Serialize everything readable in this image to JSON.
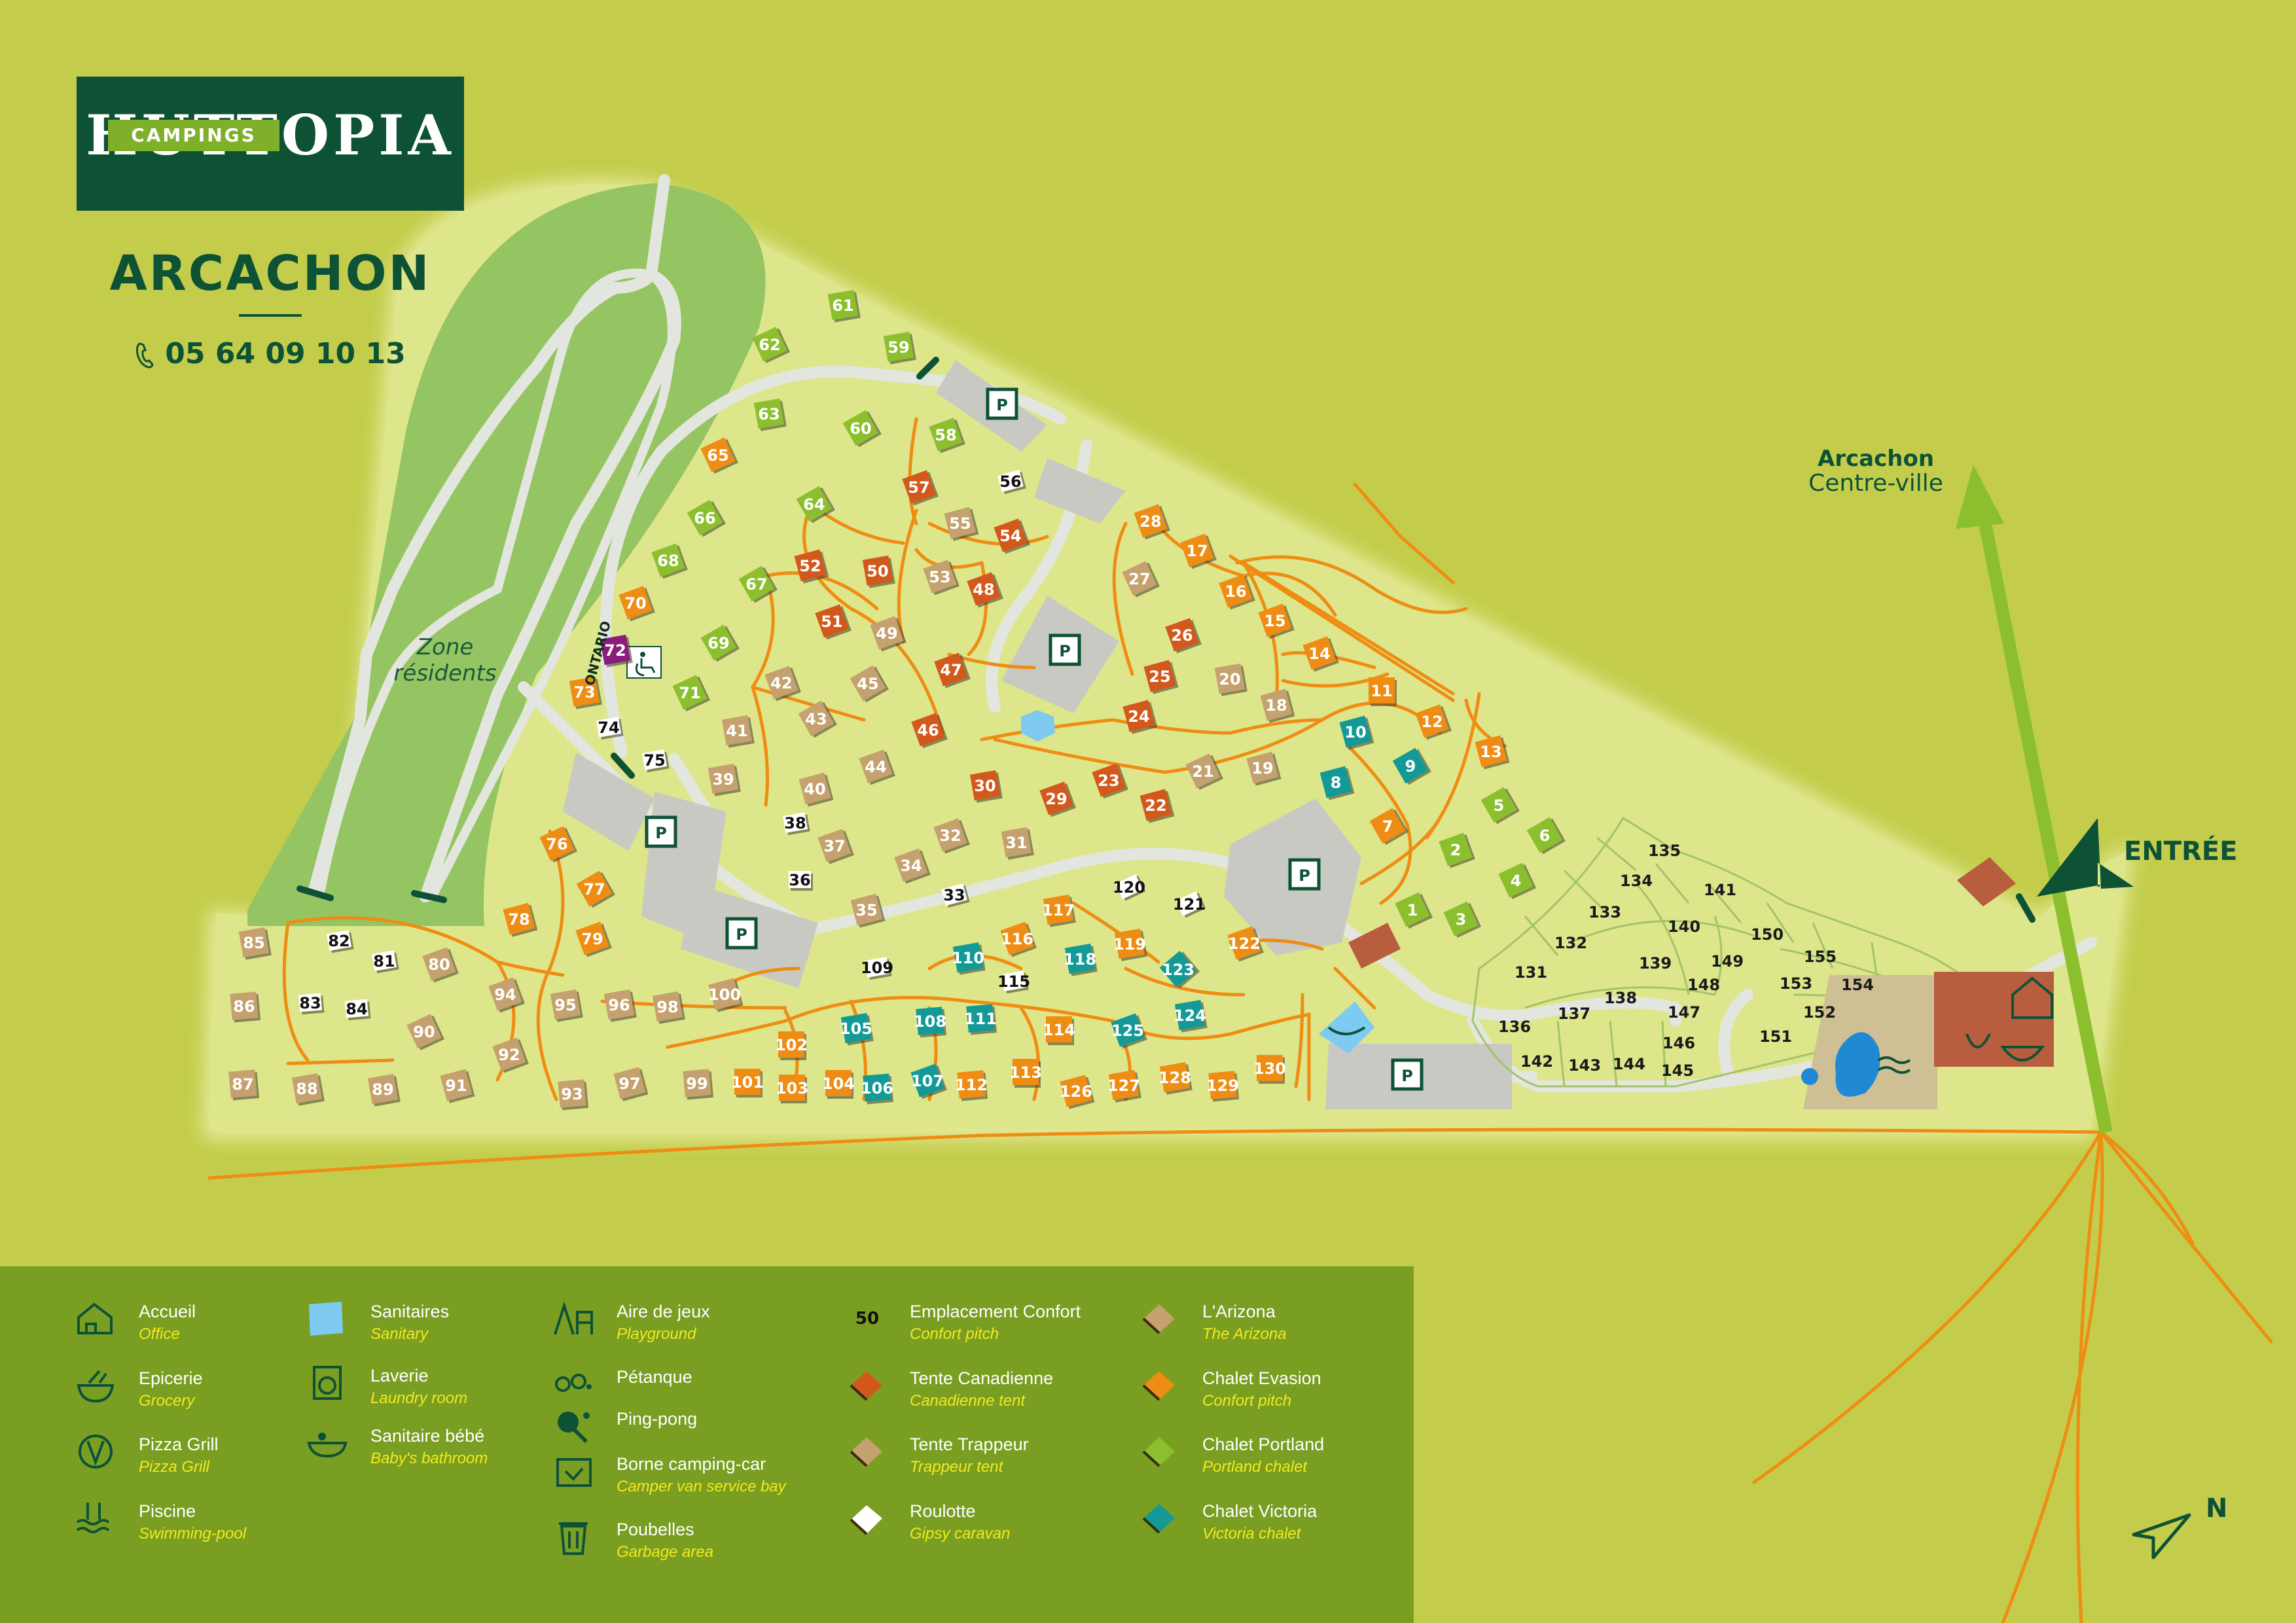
{
  "logo": {
    "word": "HUTTOPIA",
    "sub": "CAMPINGS"
  },
  "site": {
    "name": "ARCACHON",
    "phone": "05 64 09 10 13"
  },
  "labels": {
    "zone_line1": "Zone",
    "zone_line2": "résidents",
    "ontario": "ONTARIO",
    "arcachon_bold": "Arcachon",
    "arcachon_sub": "Centre-ville",
    "entree": "ENTRÉE",
    "north": "N",
    "parking": "P"
  },
  "colors": {
    "background": "#c3cd4b",
    "camp_area": "#dde68a",
    "resident_zone": "#95c463",
    "road": "#e3e6de",
    "path": "#ef8c13",
    "parking": "#c8c9c3",
    "logo_green": "#0e5236",
    "legend_bg": "#7a9e22",
    "canadienne": "#d2591b",
    "trappeur": "#c4a16e",
    "evasion": "#ef8c13",
    "portland": "#8cbf2e",
    "victoria": "#139a96",
    "roulotte": "#ffffff",
    "arizona": "#c4a16e",
    "ontario": "#8a1c7c",
    "sanitary": "#7fcaf0",
    "entrance_arrow": "#8cbf2e"
  },
  "legend": [
    {
      "icon": "office-icon",
      "title": "Accueil",
      "sub": "Office"
    },
    {
      "icon": "grocery-icon",
      "title": "Epicerie",
      "sub": "Grocery"
    },
    {
      "icon": "pizza-icon",
      "title": "Pizza Grill",
      "sub": "Pizza Grill"
    },
    {
      "icon": "pool-icon",
      "title": "Piscine",
      "sub": "Swimming-pool"
    },
    {
      "icon": "sanitary-icon",
      "title": "Sanitaires",
      "sub": "Sanitary"
    },
    {
      "icon": "laundry-icon",
      "title": "Laverie",
      "sub": "Laundry room"
    },
    {
      "icon": "baby-bath-icon",
      "title": "Sanitaire bébé",
      "sub": "Baby's bathroom"
    },
    {
      "icon": "playground-icon",
      "title": "Aire de jeux",
      "sub": "Playground"
    },
    {
      "icon": "petanque-icon",
      "title": "Pétanque",
      "sub": ""
    },
    {
      "icon": "pingpong-icon",
      "title": "Ping-pong",
      "sub": ""
    },
    {
      "icon": "camper-service-icon",
      "title": "Borne camping-car",
      "sub": "Camper van service bay"
    },
    {
      "icon": "garbage-icon",
      "title": "Poubelles",
      "sub": "Garbage area"
    },
    {
      "icon": "pitch-number-icon",
      "symbol": "50",
      "title": "Emplacement Confort",
      "sub": "Confort pitch"
    },
    {
      "icon": "canadienne-tent-icon",
      "title": "Tente Canadienne",
      "sub": "Canadienne tent"
    },
    {
      "icon": "trappeur-tent-icon",
      "title": "Tente Trappeur",
      "sub": "Trappeur tent"
    },
    {
      "icon": "roulotte-icon",
      "title": "Roulotte",
      "sub": "Gipsy caravan"
    },
    {
      "icon": "arizona-icon",
      "title": "L'Arizona",
      "sub": "The Arizona"
    },
    {
      "icon": "evasion-chalet-icon",
      "title": "Chalet Evasion",
      "sub": "Confort pitch"
    },
    {
      "icon": "portland-chalet-icon",
      "title": "Chalet Portland",
      "sub": "Portland chalet"
    },
    {
      "icon": "victoria-chalet-icon",
      "title": "Chalet Victoria",
      "sub": "Victoria chalet"
    }
  ],
  "lots": [
    {
      "n": "1",
      "t": "portland"
    },
    {
      "n": "2",
      "t": "portland"
    },
    {
      "n": "3",
      "t": "portland"
    },
    {
      "n": "4",
      "t": "portland"
    },
    {
      "n": "5",
      "t": "portland"
    },
    {
      "n": "6",
      "t": "portland"
    },
    {
      "n": "7",
      "t": "evasion"
    },
    {
      "n": "8",
      "t": "victoria"
    },
    {
      "n": "9",
      "t": "victoria"
    },
    {
      "n": "10",
      "t": "victoria"
    },
    {
      "n": "11",
      "t": "evasion"
    },
    {
      "n": "12",
      "t": "evasion"
    },
    {
      "n": "13",
      "t": "evasion"
    },
    {
      "n": "14",
      "t": "evasion"
    },
    {
      "n": "15",
      "t": "evasion"
    },
    {
      "n": "16",
      "t": "evasion"
    },
    {
      "n": "17",
      "t": "evasion"
    },
    {
      "n": "18",
      "t": "trappeur"
    },
    {
      "n": "19",
      "t": "trappeur"
    },
    {
      "n": "20",
      "t": "trappeur"
    },
    {
      "n": "21",
      "t": "trappeur"
    },
    {
      "n": "22",
      "t": "canadienne"
    },
    {
      "n": "23",
      "t": "canadienne"
    },
    {
      "n": "24",
      "t": "canadienne"
    },
    {
      "n": "25",
      "t": "canadienne"
    },
    {
      "n": "26",
      "t": "canadienne"
    },
    {
      "n": "27",
      "t": "trappeur"
    },
    {
      "n": "28",
      "t": "evasion"
    },
    {
      "n": "29",
      "t": "canadienne"
    },
    {
      "n": "30",
      "t": "canadienne"
    },
    {
      "n": "31",
      "t": "trappeur"
    },
    {
      "n": "32",
      "t": "trappeur"
    },
    {
      "n": "33",
      "t": "roulotte"
    },
    {
      "n": "34",
      "t": "trappeur"
    },
    {
      "n": "35",
      "t": "trappeur"
    },
    {
      "n": "36",
      "t": "roulotte"
    },
    {
      "n": "37",
      "t": "trappeur"
    },
    {
      "n": "38",
      "t": "roulotte"
    },
    {
      "n": "39",
      "t": "trappeur"
    },
    {
      "n": "40",
      "t": "trappeur"
    },
    {
      "n": "41",
      "t": "trappeur"
    },
    {
      "n": "42",
      "t": "trappeur"
    },
    {
      "n": "43",
      "t": "trappeur"
    },
    {
      "n": "44",
      "t": "trappeur"
    },
    {
      "n": "45",
      "t": "trappeur"
    },
    {
      "n": "46",
      "t": "canadienne"
    },
    {
      "n": "47",
      "t": "canadienne"
    },
    {
      "n": "48",
      "t": "canadienne"
    },
    {
      "n": "49",
      "t": "trappeur"
    },
    {
      "n": "50",
      "t": "canadienne"
    },
    {
      "n": "51",
      "t": "canadienne"
    },
    {
      "n": "52",
      "t": "canadienne"
    },
    {
      "n": "53",
      "t": "trappeur"
    },
    {
      "n": "54",
      "t": "canadienne"
    },
    {
      "n": "55",
      "t": "trappeur"
    },
    {
      "n": "56",
      "t": "roulotte"
    },
    {
      "n": "57",
      "t": "canadienne"
    },
    {
      "n": "58",
      "t": "portland"
    },
    {
      "n": "59",
      "t": "portland"
    },
    {
      "n": "60",
      "t": "portland"
    },
    {
      "n": "61",
      "t": "portland"
    },
    {
      "n": "62",
      "t": "portland"
    },
    {
      "n": "63",
      "t": "portland"
    },
    {
      "n": "64",
      "t": "portland"
    },
    {
      "n": "65",
      "t": "evasion"
    },
    {
      "n": "66",
      "t": "portland"
    },
    {
      "n": "67",
      "t": "portland"
    },
    {
      "n": "68",
      "t": "portland"
    },
    {
      "n": "69",
      "t": "portland"
    },
    {
      "n": "70",
      "t": "evasion"
    },
    {
      "n": "71",
      "t": "portland"
    },
    {
      "n": "72",
      "t": "ontario"
    },
    {
      "n": "73",
      "t": "evasion"
    },
    {
      "n": "74",
      "t": "roulotte"
    },
    {
      "n": "75",
      "t": "roulotte"
    },
    {
      "n": "76",
      "t": "evasion"
    },
    {
      "n": "77",
      "t": "evasion"
    },
    {
      "n": "78",
      "t": "evasion"
    },
    {
      "n": "79",
      "t": "evasion"
    },
    {
      "n": "80",
      "t": "trappeur"
    },
    {
      "n": "81",
      "t": "roulotte"
    },
    {
      "n": "82",
      "t": "roulotte"
    },
    {
      "n": "83",
      "t": "roulotte"
    },
    {
      "n": "84",
      "t": "roulotte"
    },
    {
      "n": "85",
      "t": "trappeur"
    },
    {
      "n": "86",
      "t": "trappeur"
    },
    {
      "n": "87",
      "t": "trappeur"
    },
    {
      "n": "88",
      "t": "trappeur"
    },
    {
      "n": "89",
      "t": "trappeur"
    },
    {
      "n": "90",
      "t": "trappeur"
    },
    {
      "n": "91",
      "t": "trappeur"
    },
    {
      "n": "92",
      "t": "trappeur"
    },
    {
      "n": "93",
      "t": "trappeur"
    },
    {
      "n": "94",
      "t": "trappeur"
    },
    {
      "n": "95",
      "t": "trappeur"
    },
    {
      "n": "96",
      "t": "trappeur"
    },
    {
      "n": "97",
      "t": "trappeur"
    },
    {
      "n": "98",
      "t": "trappeur"
    },
    {
      "n": "99",
      "t": "trappeur"
    },
    {
      "n": "100",
      "t": "trappeur"
    },
    {
      "n": "101",
      "t": "evasion"
    },
    {
      "n": "102",
      "t": "evasion"
    },
    {
      "n": "103",
      "t": "evasion"
    },
    {
      "n": "104",
      "t": "evasion"
    },
    {
      "n": "105",
      "t": "victoria"
    },
    {
      "n": "106",
      "t": "victoria"
    },
    {
      "n": "107",
      "t": "victoria"
    },
    {
      "n": "108",
      "t": "victoria"
    },
    {
      "n": "109",
      "t": "roulotte"
    },
    {
      "n": "110",
      "t": "victoria"
    },
    {
      "n": "111",
      "t": "victoria"
    },
    {
      "n": "112",
      "t": "evasion"
    },
    {
      "n": "113",
      "t": "evasion"
    },
    {
      "n": "114",
      "t": "evasion"
    },
    {
      "n": "115",
      "t": "roulotte"
    },
    {
      "n": "116",
      "t": "evasion"
    },
    {
      "n": "117",
      "t": "evasion"
    },
    {
      "n": "118",
      "t": "victoria"
    },
    {
      "n": "119",
      "t": "evasion"
    },
    {
      "n": "120",
      "t": "roulotte"
    },
    {
      "n": "121",
      "t": "roulotte"
    },
    {
      "n": "122",
      "t": "evasion"
    },
    {
      "n": "123",
      "t": "victoria"
    },
    {
      "n": "124",
      "t": "victoria"
    },
    {
      "n": "125",
      "t": "victoria"
    },
    {
      "n": "126",
      "t": "evasion"
    },
    {
      "n": "127",
      "t": "evasion"
    },
    {
      "n": "128",
      "t": "evasion"
    },
    {
      "n": "129",
      "t": "evasion"
    },
    {
      "n": "130",
      "t": "evasion"
    },
    {
      "n": "131",
      "t": "pitch"
    },
    {
      "n": "132",
      "t": "pitch"
    },
    {
      "n": "133",
      "t": "pitch"
    },
    {
      "n": "134",
      "t": "pitch"
    },
    {
      "n": "135",
      "t": "pitch"
    },
    {
      "n": "136",
      "t": "pitch"
    },
    {
      "n": "137",
      "t": "pitch"
    },
    {
      "n": "138",
      "t": "pitch"
    },
    {
      "n": "139",
      "t": "pitch"
    },
    {
      "n": "140",
      "t": "pitch"
    },
    {
      "n": "141",
      "t": "pitch"
    },
    {
      "n": "142",
      "t": "pitch"
    },
    {
      "n": "143",
      "t": "pitch"
    },
    {
      "n": "144",
      "t": "pitch"
    },
    {
      "n": "145",
      "t": "pitch"
    },
    {
      "n": "146",
      "t": "pitch"
    },
    {
      "n": "147",
      "t": "pitch"
    },
    {
      "n": "148",
      "t": "pitch"
    },
    {
      "n": "149",
      "t": "pitch"
    },
    {
      "n": "150",
      "t": "pitch"
    },
    {
      "n": "151",
      "t": "pitch"
    },
    {
      "n": "152",
      "t": "pitch"
    },
    {
      "n": "153",
      "t": "pitch"
    },
    {
      "n": "154",
      "t": "pitch"
    },
    {
      "n": "155",
      "t": "pitch"
    }
  ]
}
